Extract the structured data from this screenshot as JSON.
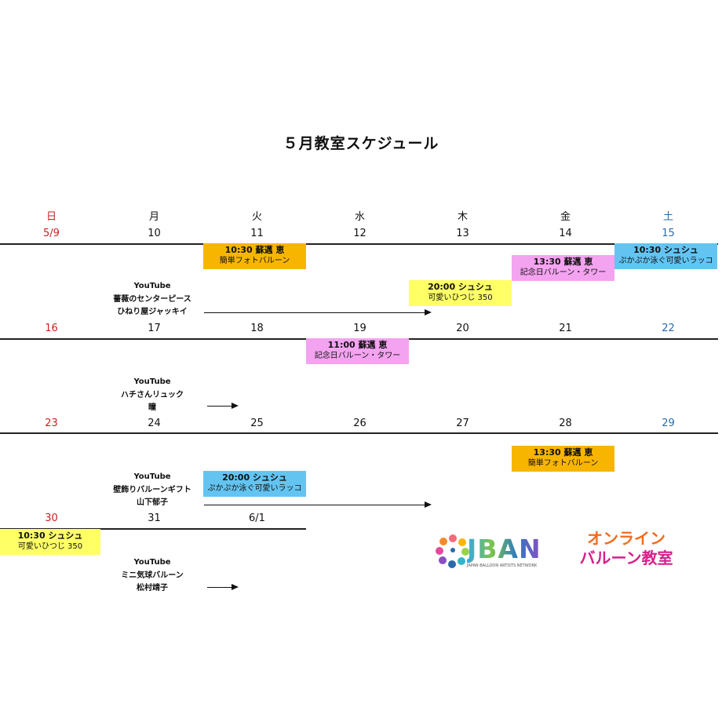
{
  "title": "５月教室スケジュール",
  "weekdays": [
    "日",
    "月",
    "火",
    "水",
    "木",
    "金",
    "土"
  ],
  "weeks": [
    [
      "5/9",
      "10",
      "11",
      "12",
      "13",
      "14",
      "15"
    ],
    [
      "16",
      "17",
      "18",
      "19",
      "20",
      "21",
      "22"
    ],
    [
      "23",
      "24",
      "25",
      "26",
      "27",
      "28",
      "29"
    ],
    [
      "30",
      "31",
      "6/1"
    ]
  ],
  "events": {
    "w1_tue": {
      "time": "10:30 蘇邁 恵",
      "title": "簡単フォトバルーン"
    },
    "w1_fri": {
      "time": "13:30 蘇邁 恵",
      "title": "記念日バルーン・タワー"
    },
    "w1_sat": {
      "time": "10:30 シュシュ",
      "title": "ぷかぷか泳ぐ可愛いラッコ"
    },
    "w1_thu": {
      "time": "20:00 シュシュ",
      "title": "可愛いひつじ 350"
    },
    "w2_wed": {
      "time": "11:00 蘇邁 恵",
      "title": "記念日バルーン・タワー"
    },
    "w3_fri": {
      "time": "13:30 蘇邁 恵",
      "title": "簡単フォトバルーン"
    },
    "w3_tue": {
      "time": "20:00 シュシュ",
      "title": "ぷかぷか泳ぐ可愛いラッコ"
    },
    "w4_sun": {
      "time": "10:30 シュシュ",
      "title": "可愛いひつじ 350"
    }
  },
  "youtube": [
    {
      "label": "YouTube",
      "title": "薔薇のセンターピース",
      "by": "ひねり屋ジャッキイ"
    },
    {
      "label": "YouTube",
      "title": "ハチさんリュック",
      "by": "瞳"
    },
    {
      "label": "YouTube",
      "title": "壁飾りバルーンギフト",
      "by": "山下郁子"
    },
    {
      "label": "YouTube",
      "title": "ミニ気球バルーン",
      "by": "松村靖子"
    }
  ],
  "logos": {
    "jban_name": "JBAN",
    "jban_sub": "JAPAN BALLOON ARTISTS NETWORK",
    "online_line1": "オンライン",
    "online_line2": "バルーン教室"
  },
  "colors": {
    "orange": "#f7b500",
    "pink": "#f4a3f0",
    "blue": "#63c4f2",
    "yellow": "#ffff66",
    "sunday": "#cc1f1f",
    "saturday": "#2a6aa8"
  }
}
